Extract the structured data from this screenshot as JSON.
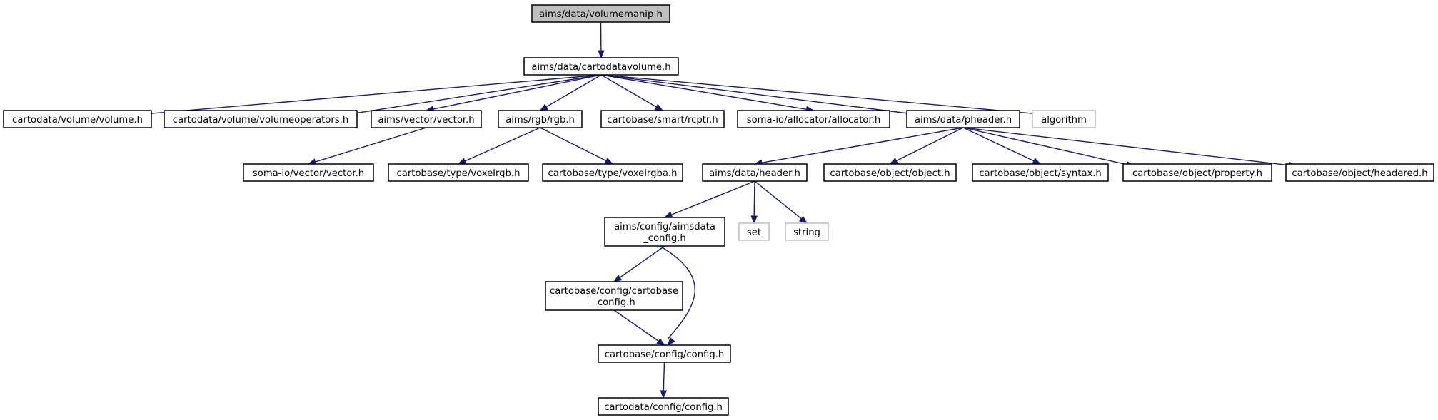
{
  "colors": {
    "edge": "#191970",
    "root_fill": "#bfbfbf",
    "node_fill": "#ffffff",
    "node_border": "#000000",
    "external_border": "#bfbfbf"
  },
  "nodes": [
    {
      "id": "volumemanip",
      "lines": [
        "aims/data/volumemanip.h"
      ],
      "kind": "root"
    },
    {
      "id": "cartodatavolume",
      "lines": [
        "aims/data/cartodatavolume.h"
      ],
      "kind": "file"
    },
    {
      "id": "volume",
      "lines": [
        "cartodata/volume/volume.h"
      ],
      "kind": "file"
    },
    {
      "id": "volumeoperators",
      "lines": [
        "cartodata/volume/volumeoperators.h"
      ],
      "kind": "file"
    },
    {
      "id": "aimsvector",
      "lines": [
        "aims/vector/vector.h"
      ],
      "kind": "file"
    },
    {
      "id": "rgb",
      "lines": [
        "aims/rgb/rgb.h"
      ],
      "kind": "file"
    },
    {
      "id": "rcptr",
      "lines": [
        "cartobase/smart/rcptr.h"
      ],
      "kind": "file"
    },
    {
      "id": "allocator",
      "lines": [
        "soma-io/allocator/allocator.h"
      ],
      "kind": "file"
    },
    {
      "id": "pheader",
      "lines": [
        "aims/data/pheader.h"
      ],
      "kind": "file"
    },
    {
      "id": "algorithm",
      "lines": [
        "algorithm"
      ],
      "kind": "external"
    },
    {
      "id": "somavector",
      "lines": [
        "soma-io/vector/vector.h"
      ],
      "kind": "file"
    },
    {
      "id": "voxelrgb",
      "lines": [
        "cartobase/type/voxelrgb.h"
      ],
      "kind": "file"
    },
    {
      "id": "voxelrgba",
      "lines": [
        "cartobase/type/voxelrgba.h"
      ],
      "kind": "file"
    },
    {
      "id": "header",
      "lines": [
        "aims/data/header.h"
      ],
      "kind": "file"
    },
    {
      "id": "object",
      "lines": [
        "cartobase/object/object.h"
      ],
      "kind": "file"
    },
    {
      "id": "syntax",
      "lines": [
        "cartobase/object/syntax.h"
      ],
      "kind": "file"
    },
    {
      "id": "property",
      "lines": [
        "cartobase/object/property.h"
      ],
      "kind": "file"
    },
    {
      "id": "headered",
      "lines": [
        "cartobase/object/headered.h"
      ],
      "kind": "file"
    },
    {
      "id": "aimsdataconfig",
      "lines": [
        "aims/config/aimsdata",
        "_config.h"
      ],
      "kind": "file"
    },
    {
      "id": "set",
      "lines": [
        "set"
      ],
      "kind": "external"
    },
    {
      "id": "string",
      "lines": [
        "string"
      ],
      "kind": "external"
    },
    {
      "id": "cartobaseconfig",
      "lines": [
        "cartobase/config/cartobase",
        "_config.h"
      ],
      "kind": "file"
    },
    {
      "id": "config",
      "lines": [
        "cartobase/config/config.h"
      ],
      "kind": "file"
    },
    {
      "id": "cartodataconfig",
      "lines": [
        "cartodata/config/config.h"
      ],
      "kind": "file"
    }
  ],
  "edges": [
    {
      "from": "volumemanip",
      "to": "cartodatavolume"
    },
    {
      "from": "cartodatavolume",
      "to": "volume"
    },
    {
      "from": "cartodatavolume",
      "to": "volumeoperators"
    },
    {
      "from": "cartodatavolume",
      "to": "aimsvector"
    },
    {
      "from": "cartodatavolume",
      "to": "rgb"
    },
    {
      "from": "cartodatavolume",
      "to": "rcptr"
    },
    {
      "from": "cartodatavolume",
      "to": "allocator"
    },
    {
      "from": "cartodatavolume",
      "to": "pheader"
    },
    {
      "from": "cartodatavolume",
      "to": "algorithm"
    },
    {
      "from": "aimsvector",
      "to": "somavector"
    },
    {
      "from": "rgb",
      "to": "voxelrgb"
    },
    {
      "from": "rgb",
      "to": "voxelrgba"
    },
    {
      "from": "pheader",
      "to": "header"
    },
    {
      "from": "pheader",
      "to": "object"
    },
    {
      "from": "pheader",
      "to": "syntax"
    },
    {
      "from": "pheader",
      "to": "property"
    },
    {
      "from": "pheader",
      "to": "headered"
    },
    {
      "from": "header",
      "to": "aimsdataconfig"
    },
    {
      "from": "header",
      "to": "set"
    },
    {
      "from": "header",
      "to": "string"
    },
    {
      "from": "aimsdataconfig",
      "to": "cartobaseconfig"
    },
    {
      "from": "aimsdataconfig",
      "to": "config"
    },
    {
      "from": "cartobaseconfig",
      "to": "config"
    },
    {
      "from": "config",
      "to": "cartodataconfig"
    }
  ]
}
